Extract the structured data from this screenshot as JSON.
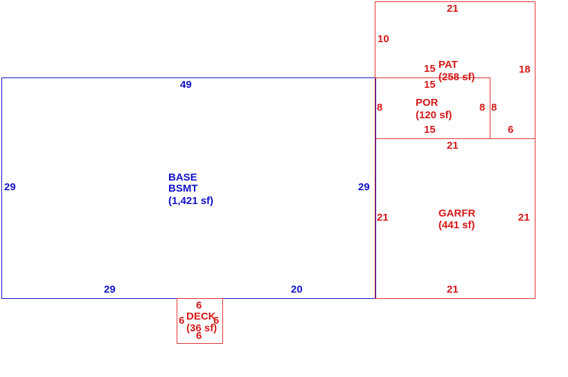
{
  "colors": {
    "base": "#1010c8",
    "addition": "#d41818"
  },
  "areas": {
    "base": {
      "code": "BASE",
      "sub": "BSMT",
      "area": "(1,421 sf)",
      "dims": {
        "top": "49",
        "left": "29",
        "right": "29",
        "bottom_left": "29",
        "bottom_right": "20"
      }
    },
    "pat": {
      "code": "PAT",
      "area": "(258 sf)",
      "dims": {
        "top": "21",
        "left": "10",
        "inner_top": "15",
        "right": "18",
        "bottom_right": "6"
      }
    },
    "por": {
      "code": "POR",
      "area": "(120 sf)",
      "dims": {
        "top": "15",
        "left": "8",
        "right_inner": "8",
        "right_outer": "8",
        "bottom": "15"
      }
    },
    "garfr": {
      "code": "GARFR",
      "area": "(441 sf)",
      "dims": {
        "top": "21",
        "left": "21",
        "right": "21",
        "bottom": "21"
      }
    },
    "deck": {
      "code": "DECK",
      "area": "(36 sf)",
      "dims": {
        "top": "6",
        "left": "6",
        "right": "6",
        "bottom": "6"
      }
    }
  }
}
